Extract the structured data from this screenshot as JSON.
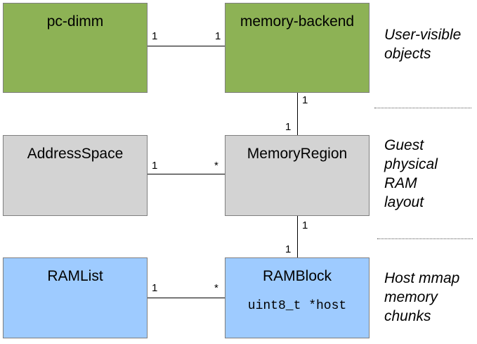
{
  "boxes": {
    "pc_dimm": "pc-dimm",
    "memory_backend": "memory-backend",
    "address_space": "AddressSpace",
    "memory_region": "MemoryRegion",
    "ram_list": "RAMList",
    "ram_block": "RAMBlock",
    "ram_block_field": "uint8_t *host"
  },
  "multiplicities": {
    "pcdimm_left": "1",
    "pcdimm_right": "1",
    "backend_region_top": "1",
    "backend_region_bottom": "1",
    "as_left": "1",
    "as_right": "*",
    "region_block_top": "1",
    "region_block_bottom": "1",
    "ramlist_left": "1",
    "ramlist_right": "*"
  },
  "layers": {
    "user_visible": "User-visible\nobjects",
    "guest_physical": "Guest\nphysical\nRAM\nlayout",
    "host_mmap": "Host mmap\nmemory\nchunks"
  },
  "colors": {
    "user_visible": "#8db255",
    "guest_physical": "#d3d3d3",
    "host": "#9ecbff"
  }
}
